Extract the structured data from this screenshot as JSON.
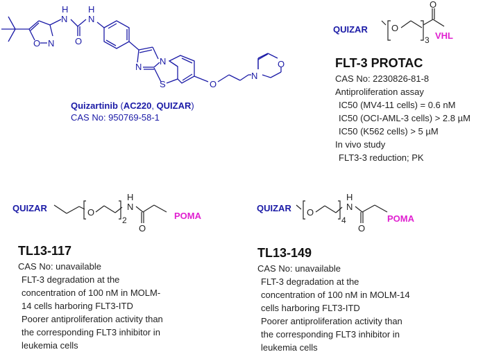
{
  "quizartinib": {
    "name": "Quizartinib",
    "aliases_open": " (",
    "alias1": "AC220",
    "sep": ", ",
    "alias2": "QUIZAR",
    "aliases_close": ")",
    "cas": "CAS No: 950769-58-1",
    "atoms": {
      "H1": "H",
      "N1": "N",
      "H2": "H",
      "N2": "N",
      "O_carbonyl": "O",
      "O_ring": "O",
      "N_ring": "N",
      "N_imid": "N",
      "N_bridge": "N",
      "S": "S",
      "O_ether": "O",
      "N_morph": "N",
      "O_morph": "O"
    }
  },
  "flt3_protac": {
    "structure": {
      "left_group": "QUIZAR",
      "oxygen": "O",
      "repeat": "3",
      "carbonyl_o": "O",
      "right_group": "VHL"
    },
    "title": "FLT-3 PROTAC",
    "lines": [
      "CAS No: 2230826-81-8",
      "Antiproliferation assay",
      "IC50 (MV4-11 cells) = 0.6 nM",
      "IC50 (OCI-AML-3 cells) > 2.8 µM",
      "IC50 (K562 cells) > 5 µM",
      "In vivo study",
      "FLT3-3 reduction; PK"
    ]
  },
  "tl13_117": {
    "structure": {
      "left_group": "QUIZAR",
      "oxygen": "O",
      "repeat": "2",
      "nh_h": "H",
      "nh_n": "N",
      "carbonyl_o": "O",
      "right_group": "POMA"
    },
    "title": "TL13-117",
    "lines": [
      "CAS No: unavailable",
      "FLT-3 degradation at the",
      "concentration of 100 nM in MOLM-",
      "14 cells harboring FLT3-ITD",
      "Poorer antiproliferation activity than",
      "the corresponding FLT3 inhibitor in",
      "leukemia cells"
    ]
  },
  "tl13_149": {
    "structure": {
      "left_group": "QUIZAR",
      "oxygen": "O",
      "repeat": "4",
      "nh_h": "H",
      "nh_n": "N",
      "carbonyl_o": "O",
      "right_group": "POMA"
    },
    "title": "TL13-149",
    "lines": [
      "CAS No: unavailable",
      "FLT-3 degradation at the",
      "concentration of 100 nM in MOLM-14",
      "cells harboring FLT3-ITD",
      "Poorer antiproliferation activity than",
      "the corresponding FLT3 inhibitor in",
      "leukemia cells"
    ]
  },
  "colors": {
    "quizar_blue": "#1a1aa6",
    "ligand_magenta": "#e020d0",
    "text": "#222222"
  }
}
